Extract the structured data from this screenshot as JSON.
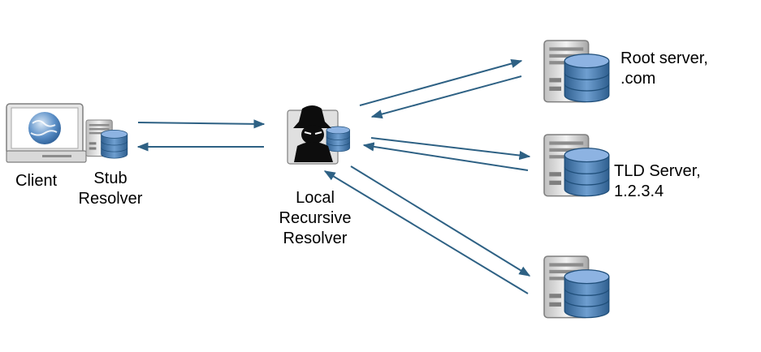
{
  "nodes": {
    "client": {
      "label": "Client"
    },
    "stub_resolver": {
      "line1": "Stub",
      "line2": "Resolver"
    },
    "local_resolver": {
      "line1": "Local",
      "line2": "Recursive",
      "line3": "Resolver"
    },
    "root_server": {
      "line1": "Root server,",
      "line2": ".com"
    },
    "tld_server": {
      "line1": "TLD Server,",
      "line2": "1.2.3.4"
    },
    "auth_server": {
      "label": ""
    }
  },
  "colors": {
    "arrow": "#2e6184",
    "server_body": "#d9d9d9",
    "db_blue": "#4f81bd",
    "db_dark": "#1f4e79",
    "hacker": "#0d0d0d"
  }
}
